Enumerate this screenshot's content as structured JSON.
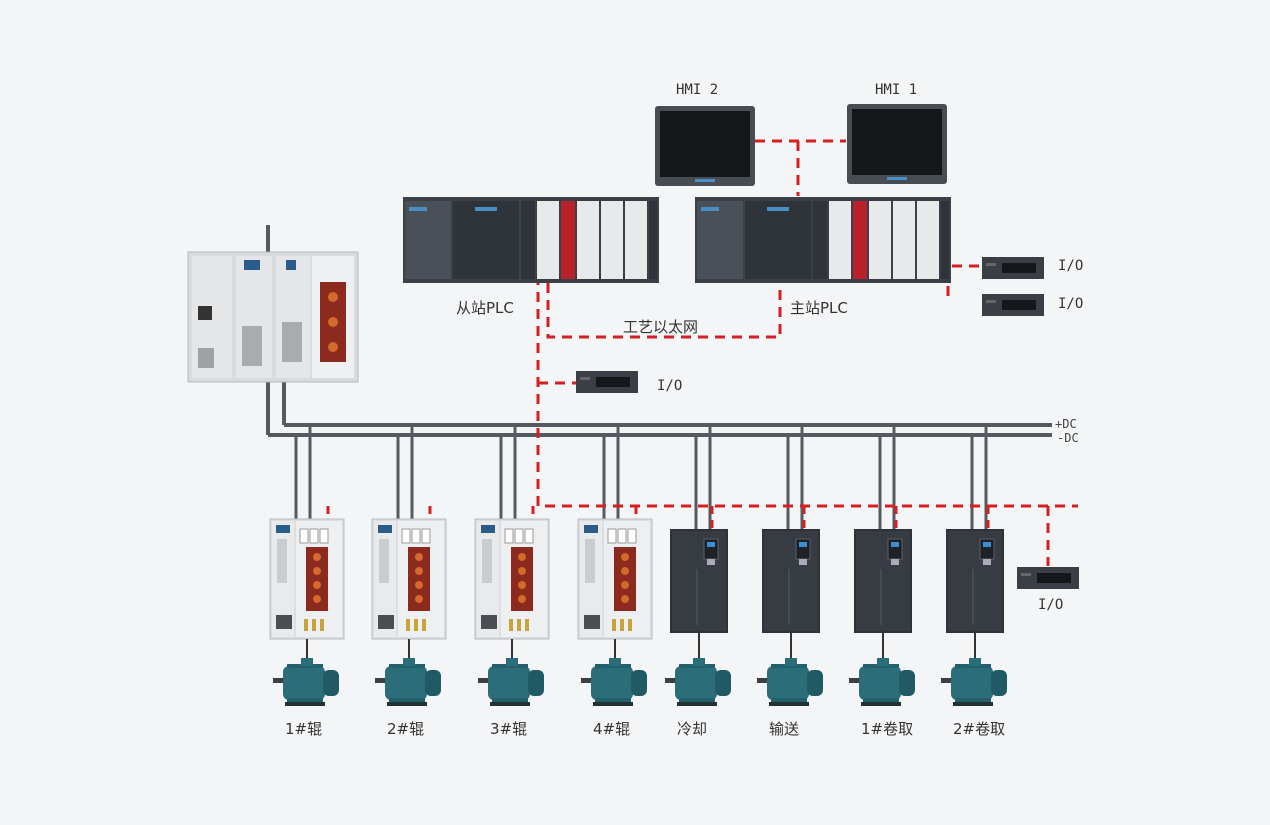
{
  "labels": {
    "hmi2": "HMI 2",
    "hmi1": "HMI 1",
    "slave_plc": "从站PLC",
    "master_plc": "主站PLC",
    "process_ethernet": "工艺以太网",
    "io_top1": "I/O",
    "io_top2": "I/O",
    "io_middle": "I/O",
    "io_right": "I/O",
    "dc_plus": "+DC",
    "dc_minus": "-DC"
  },
  "drives": [
    {
      "label": "1#辊",
      "type": "servo"
    },
    {
      "label": "2#辊",
      "type": "servo"
    },
    {
      "label": "3#辊",
      "type": "servo"
    },
    {
      "label": "4#辊",
      "type": "servo"
    },
    {
      "label": "冷却",
      "type": "inverter"
    },
    {
      "label": "输送",
      "type": "inverter"
    },
    {
      "label": "1#卷取",
      "type": "inverter"
    },
    {
      "label": "2#卷取",
      "type": "inverter"
    }
  ],
  "colors": {
    "network": "#d42020",
    "power": "#555a60",
    "motor": "#2b6e7a",
    "inverter": "#2e3338",
    "cabinet": "#d8dadd"
  }
}
